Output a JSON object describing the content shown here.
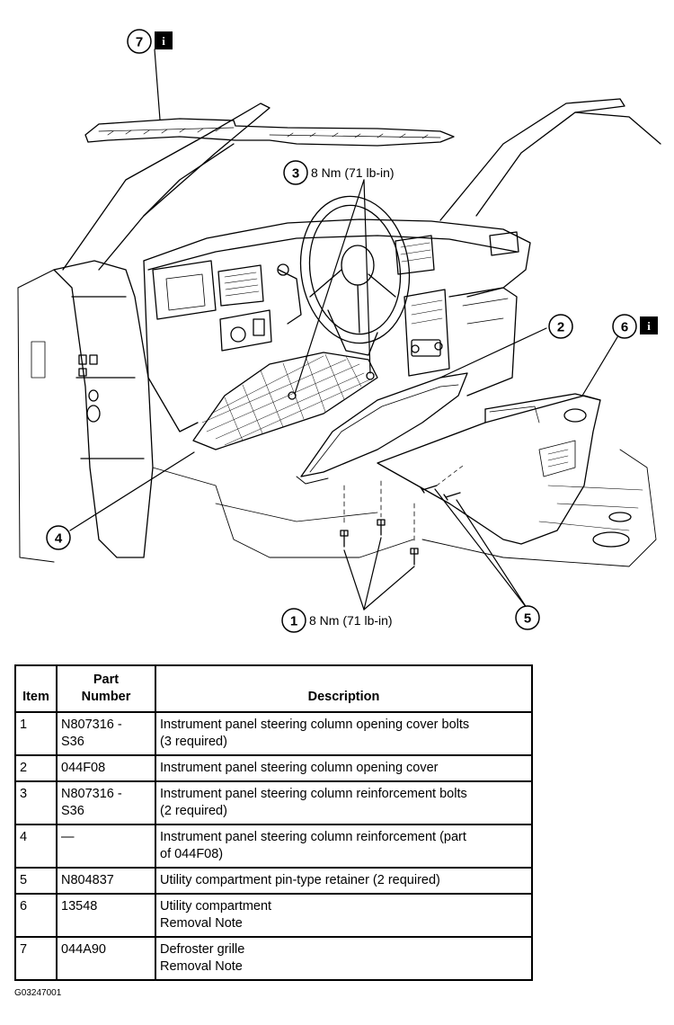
{
  "callouts": {
    "c1": {
      "number": "1",
      "torque": "8 Nm (71 lb-in)"
    },
    "c2": {
      "number": "2"
    },
    "c3": {
      "number": "3",
      "torque": "8 Nm (71 lb-in)"
    },
    "c4": {
      "number": "4"
    },
    "c5": {
      "number": "5"
    },
    "c6": {
      "number": "6",
      "info": "i"
    },
    "c7": {
      "number": "7",
      "info": "i"
    }
  },
  "table": {
    "headers": {
      "item": "Item",
      "part_line1": "Part",
      "part_line2": "Number",
      "description": "Description"
    },
    "rows": [
      {
        "item": "1",
        "part": [
          "N807316 -",
          "S36"
        ],
        "desc": [
          "Instrument panel steering column opening cover bolts",
          "(3 required)"
        ]
      },
      {
        "item": "2",
        "part": [
          "044F08"
        ],
        "desc": [
          "Instrument panel steering column opening cover"
        ]
      },
      {
        "item": "3",
        "part": [
          "N807316 -",
          "S36"
        ],
        "desc": [
          "Instrument panel steering column reinforcement bolts",
          "(2 required)"
        ]
      },
      {
        "item": "4",
        "part": [
          "—"
        ],
        "desc": [
          "Instrument panel steering column reinforcement (part",
          "of 044F08)"
        ]
      },
      {
        "item": "5",
        "part": [
          "N804837"
        ],
        "desc": [
          "Utility compartment pin-type retainer (2 required)"
        ]
      },
      {
        "item": "6",
        "part": [
          "13548"
        ],
        "desc": [
          "Utility compartment",
          "Removal Note"
        ]
      },
      {
        "item": "7",
        "part": [
          "044A90"
        ],
        "desc": [
          "Defroster grille",
          "Removal Note"
        ]
      }
    ]
  },
  "figure_code": "G03247001"
}
